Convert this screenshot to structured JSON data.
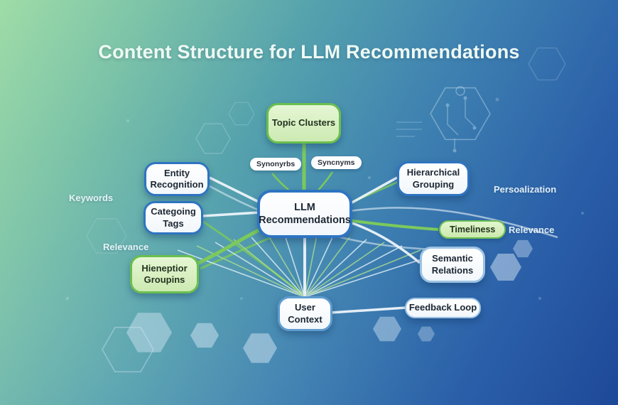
{
  "title": "Content Structure for LLM Recommendations",
  "diagram": {
    "nodes": {
      "topic_clusters": {
        "label": "Topic Clusters",
        "style": "green"
      },
      "synonyrbs": {
        "label": "Synonyrbs",
        "style": "small-pill"
      },
      "syncnyms": {
        "label": "Syncnyms",
        "style": "small-pill"
      },
      "entity_recognition": {
        "label": "Entity Recognition",
        "style": "white-blue-border"
      },
      "categoing_tags": {
        "label": "Categoing Tags",
        "style": "white-blue-border"
      },
      "llm_recommendations": {
        "label": "LLM Recommendations",
        "style": "white-blue-border-central"
      },
      "hierarchical_grouping": {
        "label": "Hierarchical Grouping",
        "style": "white-blue-border"
      },
      "timeliness": {
        "label": "Timeliness",
        "style": "green-pill"
      },
      "semantic_relations": {
        "label": "Semantic Relations",
        "style": "white-light-border"
      },
      "hieneptior_groupins": {
        "label": "Hieneptior Groupins",
        "style": "green"
      },
      "user_context": {
        "label": "User Context",
        "style": "white-blue-border"
      },
      "feedback_loop": {
        "label": "Feedback Loop",
        "style": "white-pill"
      }
    },
    "floating_labels": {
      "keywords": "Keywords",
      "relevance_left": "Relevance",
      "persoalization": "Persoalization",
      "relevance_right": "Relevance"
    },
    "edges": [
      {
        "from": "topic_clusters",
        "to": "llm_recommendations",
        "color": "green"
      },
      {
        "from": "synonyrbs",
        "to": "llm_recommendations",
        "color": "green"
      },
      {
        "from": "syncnyms",
        "to": "llm_recommendations",
        "color": "green"
      },
      {
        "from": "entity_recognition",
        "to": "llm_recommendations",
        "color": "white"
      },
      {
        "from": "categoing_tags",
        "to": "llm_recommendations",
        "color": "white"
      },
      {
        "from": "hierarchical_grouping",
        "to": "llm_recommendations",
        "color": "white"
      },
      {
        "from": "timeliness",
        "to": "llm_recommendations",
        "color": "green"
      },
      {
        "from": "semantic_relations",
        "to": "llm_recommendations",
        "color": "white"
      },
      {
        "from": "hieneptior_groupins",
        "to": "llm_recommendations",
        "color": "green"
      },
      {
        "from": "user_context",
        "to": "llm_recommendations",
        "color": "white-fan"
      },
      {
        "from": "feedback_loop",
        "to": "user_context",
        "color": "white"
      }
    ]
  },
  "colors": {
    "background_top_left": "#9fdca7",
    "background_bottom_right": "#1e4898",
    "node_border_blue": "#2e74c2",
    "node_border_green": "#6abf4e",
    "node_fill_white": "#f8fbfd",
    "node_fill_green": "#d9efc6",
    "edge_green": "#7cc95c",
    "edge_white": "#edf5fa",
    "text_dark": "#1c2733",
    "text_light": "#eef8fc"
  }
}
